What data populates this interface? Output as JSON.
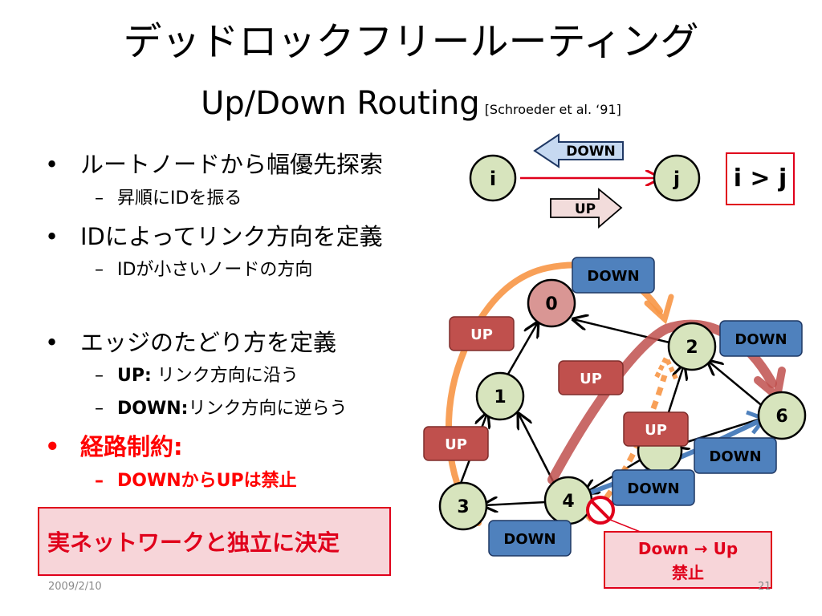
{
  "title": "デッドロックフリールーティング",
  "subtitle": "Up/Down Routing",
  "citation": "[Schroeder et al. ‘91]",
  "bullets": [
    {
      "text": "ルートノードから幅優先探索",
      "subs": [
        "昇順にIDを振る"
      ]
    },
    {
      "text": "IDによってリンク方向を定義",
      "subs": [
        "IDが小さいノードの方向"
      ]
    },
    {
      "text": "エッジのたどり方を定義",
      "subs": [
        {
          "label": "UP:",
          "text": " リンク方向に沿う"
        },
        {
          "label": "DOWN:",
          "text": "リンク方向に逆らう"
        }
      ]
    },
    {
      "text": "経路制約:",
      "subs": [
        "DOWNからUPは禁止"
      ]
    }
  ],
  "callout": "実ネットワークと独立に決定",
  "legend": {
    "node_i": "i",
    "node_j": "j",
    "down": "DOWN",
    "up": "UP",
    "relation": "i > j"
  },
  "graph": {
    "nodes": [
      "0",
      "1",
      "2",
      "3",
      "4",
      "6"
    ],
    "labels": {
      "up": "UP",
      "down": "DOWN"
    }
  },
  "ban": {
    "line1": "Down → Up",
    "line2": "禁止"
  },
  "footer_date": "2009/2/10",
  "page_number": "21",
  "colors": {
    "accent_red": "#ff0000",
    "up_fill": "#c0504d",
    "down_fill": "#4f81bd",
    "node_fill": "#d7e4bd",
    "root_fill": "#d99694",
    "orange": "#f79646"
  }
}
